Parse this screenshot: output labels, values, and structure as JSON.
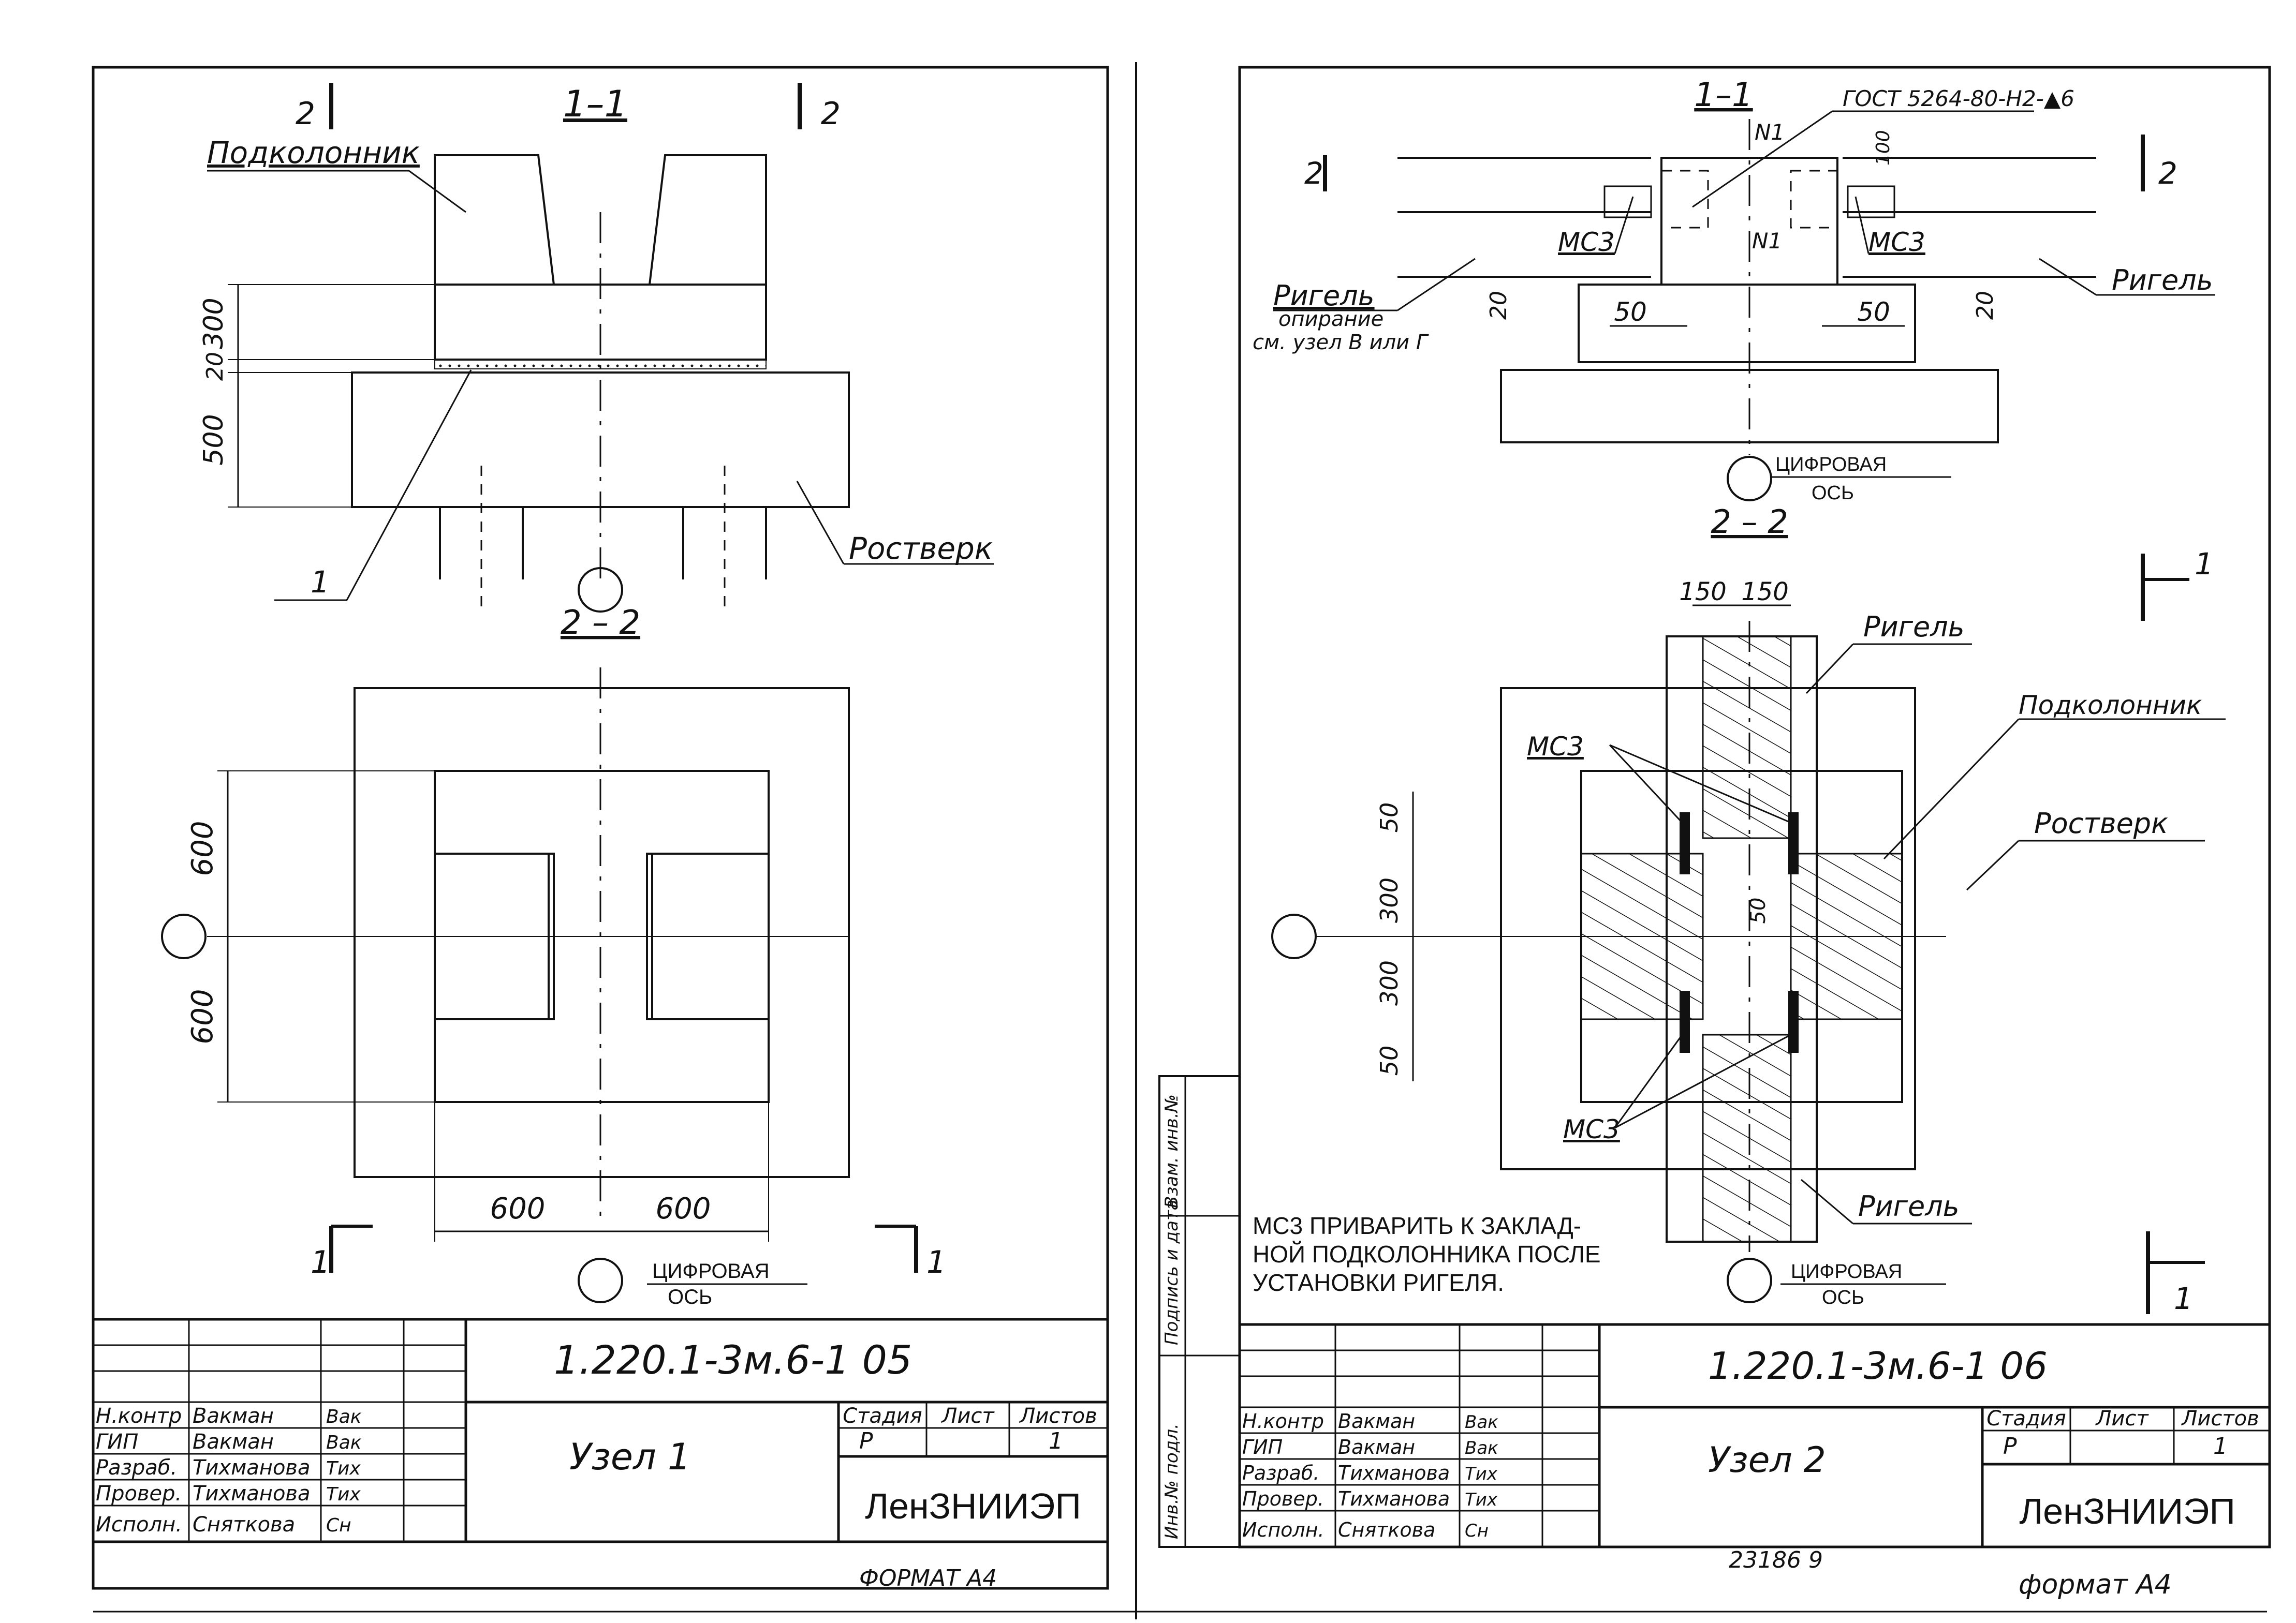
{
  "sheets": [
    {
      "section_top": "1–1",
      "cut_mark": "2",
      "labels": {
        "podkolonnik": "Подколонник",
        "rostverk": "Ростверк",
        "item_1": "1"
      },
      "dims_left_upper": [
        "300",
        "20",
        "500"
      ],
      "section_plan": "2 – 2",
      "dims_plan_left": [
        "600",
        "600"
      ],
      "dims_plan_bottom": [
        "600",
        "600"
      ],
      "cut_bottom": "1",
      "axis_label_1": "ЦИФРОВАЯ",
      "axis_label_2": "ОСЬ",
      "stamp": {
        "code": "1.220.1-3м.6-1 05",
        "title": "Узел 1",
        "org": "ЛенЗНИИЭП",
        "stage_h": "Стадия",
        "sheet_h": "Лист",
        "sheets_h": "Листов",
        "stage": "Р",
        "sheets": "1",
        "roles": [
          "Н.контр",
          "ГИП",
          "Разраб.",
          "Провер.",
          "Исполн."
        ],
        "names": [
          "Вакман",
          "Вакман",
          "Тихманова",
          "Тихманова",
          "Снятковa"
        ],
        "signs": [
          "Вак",
          "Вак",
          "Тих",
          "Тих",
          "Сн"
        ]
      },
      "format": "ФОРМАТ А4"
    },
    {
      "section_top": "1–1",
      "weld_note": "ГОСТ 5264-80-Н2-▲6",
      "n1": "N1",
      "labels": {
        "mc3": "МС3",
        "rigel": "Ригель",
        "opiranie_1": "опирание",
        "opiranie_2": "см. узел В или Г",
        "podkolonnik": "Подколонник",
        "rostverk": "Ростверк"
      },
      "dims_upper": [
        "100",
        "20",
        "20",
        "50",
        "50"
      ],
      "cut_mark": "2",
      "axis_label_1": "ЦИФРОВАЯ",
      "axis_label_2": "ОСЬ",
      "section_plan": "2 – 2",
      "dims_plan_top": [
        "150",
        "150"
      ],
      "dims_plan_left": [
        "50",
        "300",
        "300",
        "50"
      ],
      "dim_plan_inner": "50",
      "cut_right": "1",
      "note": [
        "МС3 ПРИВАРИТЬ К ЗАКЛАД-",
        "НОЙ ПОДКОЛОННИКА ПОСЛЕ",
        "УСТАНОВКИ РИГЕЛЯ."
      ],
      "side_stamp": [
        "Инв.№ подл.",
        "Подпись и дата",
        "Взам. инв.№"
      ],
      "stamp": {
        "code": "1.220.1-3м.6-1 06",
        "title": "Узел 2",
        "org": "ЛенЗНИИЭП",
        "stage_h": "Стадия",
        "sheet_h": "Лист",
        "sheets_h": "Листов",
        "stage": "Р",
        "sheets": "1",
        "roles": [
          "Н.контр",
          "ГИП",
          "Разраб.",
          "Провер.",
          "Исполн."
        ],
        "names": [
          "Вакман",
          "Вакман",
          "Тихманова",
          "Тихманова",
          "Снятковa"
        ],
        "signs": [
          "Вак",
          "Вак",
          "Тих",
          "Тих",
          "Сн"
        ]
      },
      "archive_no": "23186   9",
      "format": "формат А4"
    }
  ]
}
